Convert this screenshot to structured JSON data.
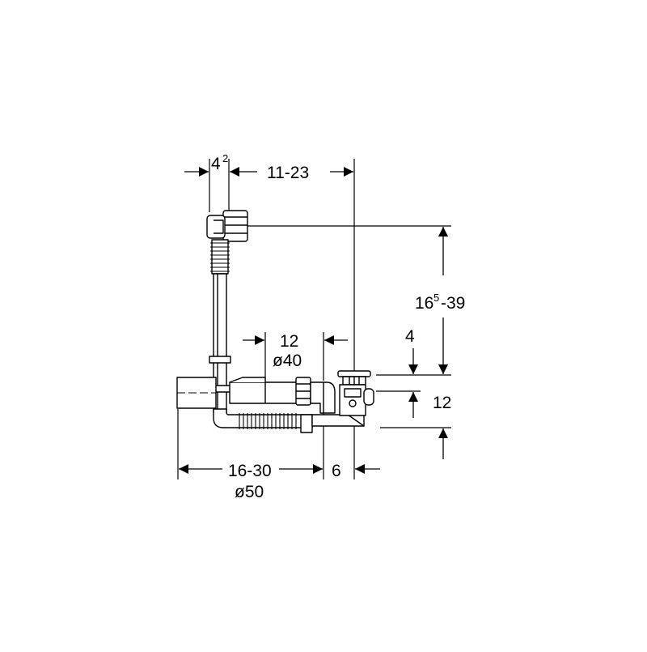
{
  "colors": {
    "line": "#000000",
    "background": "#ffffff",
    "pipe_fill": "#ffffff"
  },
  "dimensions": {
    "top_left_base": "4",
    "top_left_sup": "2",
    "top_middle": "11-23",
    "right_height_base": "16",
    "right_height_sup": "5",
    "right_height_rest": "-39",
    "inner_width": "12",
    "inner_diameter": "ø40",
    "right_small": "4",
    "right_lower": "12",
    "bottom_width": "16-30",
    "bottom_diameter": "ø50",
    "bottom_right": "6"
  }
}
